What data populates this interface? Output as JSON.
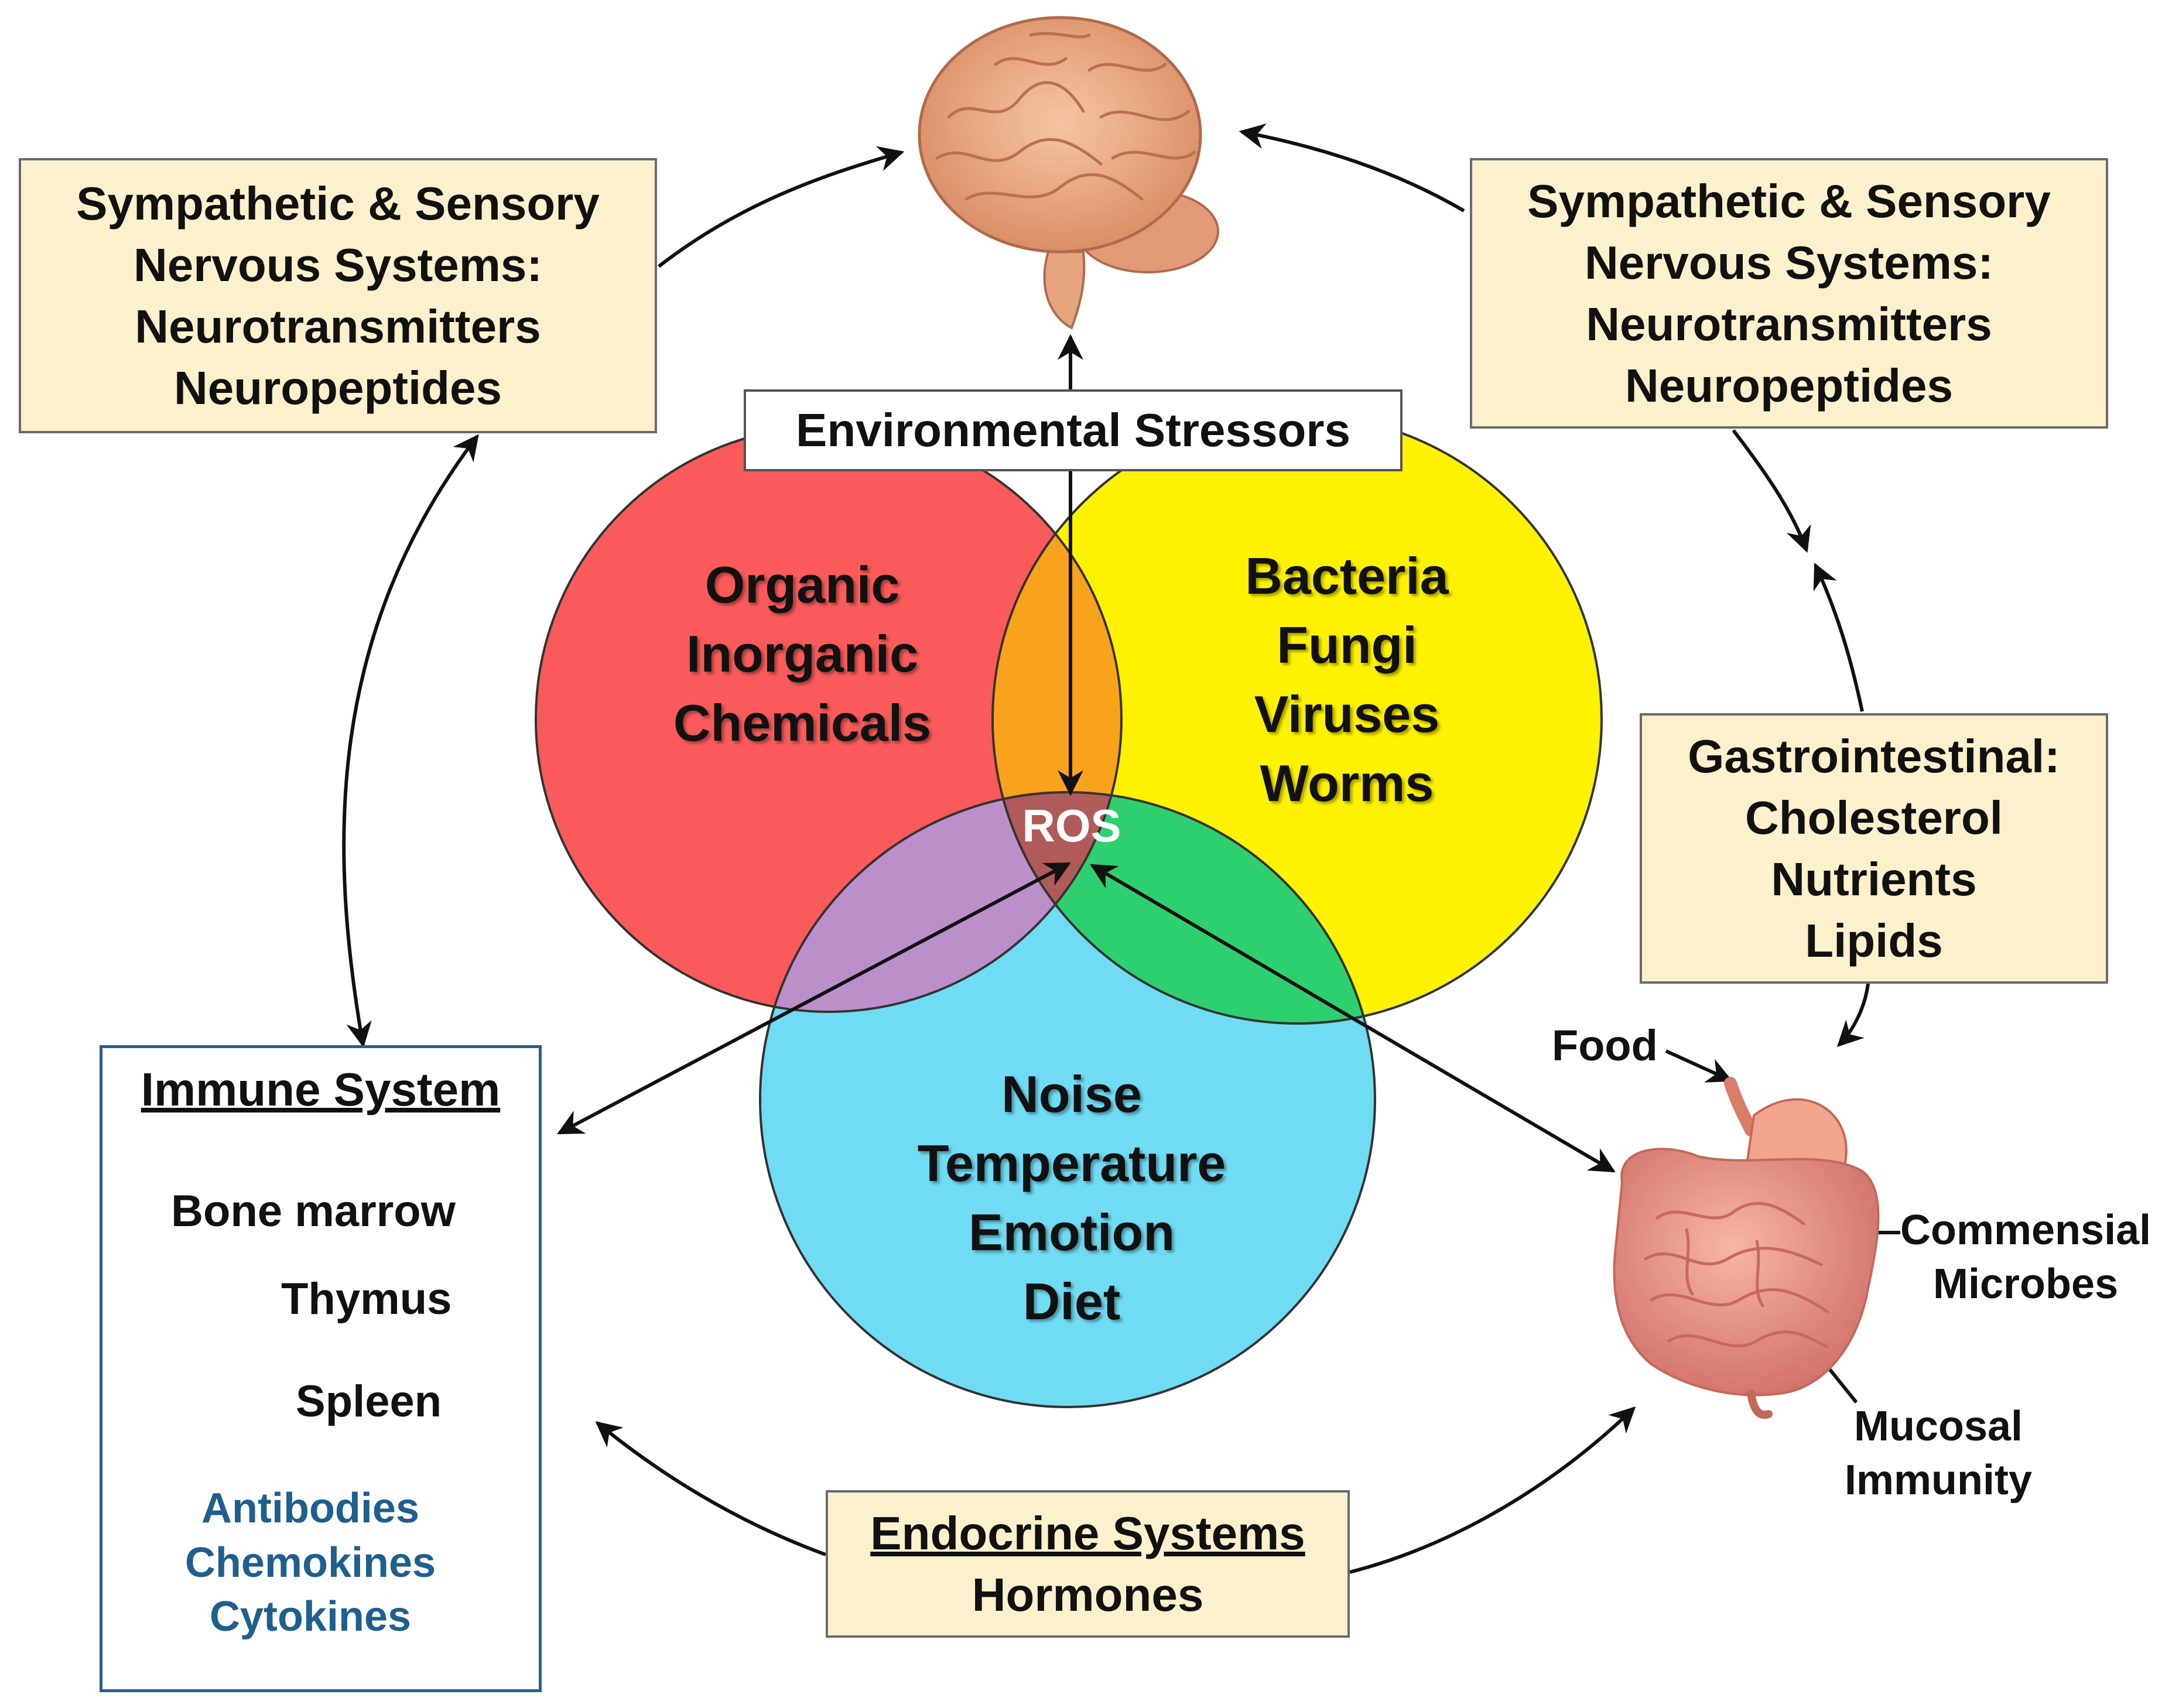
{
  "colors": {
    "box_fill": "#fdf0cc",
    "circle_red": "#fa5a5a",
    "circle_yellow": "#fff200",
    "circle_cyan": "#6fdcf3",
    "overlap_orange": "#f9a21b",
    "overlap_purple": "#bb8fc9",
    "overlap_green": "#2ecf6e",
    "center_ros": "#b05a5a",
    "immune_border": "#2c5f8a",
    "immune_blue_text": "#1f5f8f"
  },
  "nervous_left": {
    "lines": [
      "Sympathetic & Sensory",
      "Nervous Systems:",
      "Neurotransmitters",
      "Neuropeptides"
    ]
  },
  "nervous_right": {
    "lines": [
      "Sympathetic & Sensory",
      "Nervous Systems:",
      "Neurotransmitters",
      "Neuropeptides"
    ]
  },
  "environmental_stressors": "Environmental Stressors",
  "venn": {
    "chemicals": [
      "Organic",
      "Inorganic",
      "Chemicals"
    ],
    "microbes": [
      "Bacteria",
      "Fungi",
      "Viruses",
      "Worms"
    ],
    "physical": [
      "Noise",
      "Temperature",
      "Emotion",
      "Diet"
    ],
    "center": "ROS"
  },
  "gastrointestinal": {
    "lines": [
      "Gastrointestinal:",
      "Cholesterol",
      "Nutrients",
      "Lipids"
    ]
  },
  "immune": {
    "title": "Immune System",
    "organs": [
      "Bone marrow",
      "Thymus",
      "Spleen"
    ],
    "mediators": [
      "Antibodies",
      "Chemokines",
      "Cytokines"
    ]
  },
  "endocrine": {
    "title": "Endocrine Systems",
    "subtitle": "Hormones"
  },
  "gut": {
    "food": "Food",
    "commensal": [
      "Commensial",
      "Microbes"
    ],
    "mucosal": [
      "Mucosal",
      "Immunity"
    ]
  },
  "icons": [
    "brain-icon",
    "bone-marrow-icon",
    "thymus-icon",
    "spleen-icon",
    "intestine-icon"
  ]
}
